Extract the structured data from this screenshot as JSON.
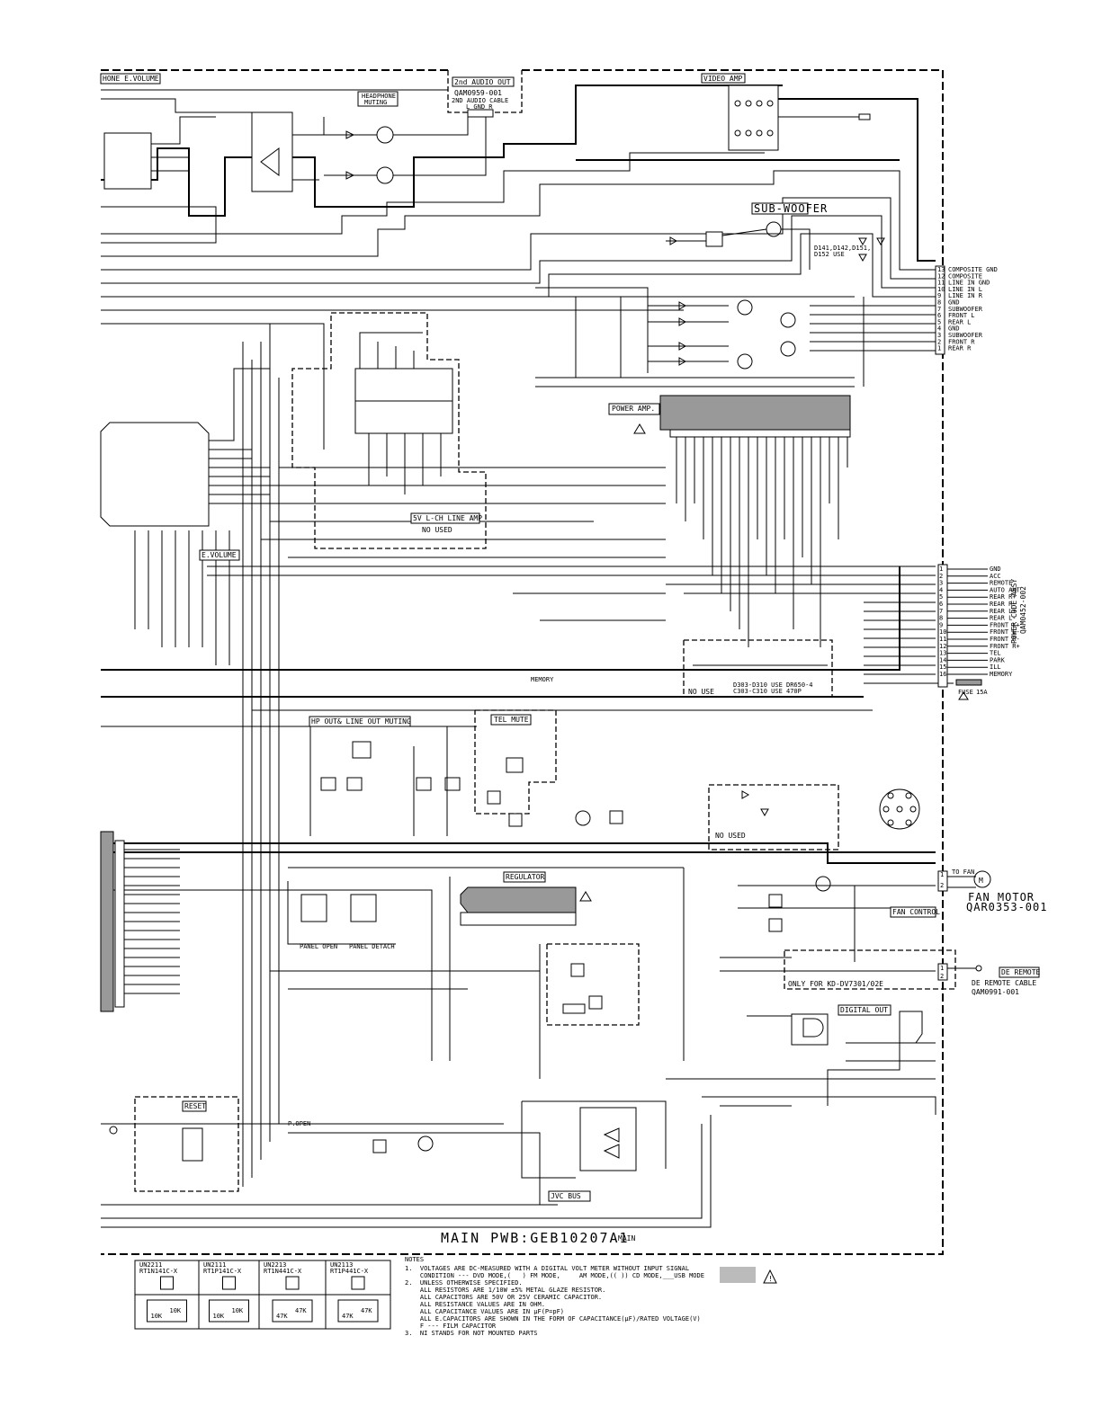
{
  "labels": {
    "headphone_evolume": "HONE E.VOLUME",
    "second_audio_out": "2nd AUDIO OUT",
    "second_audio_part": "QAM0959-001",
    "second_audio_cable": "2ND AUDIO CABLE",
    "second_audio_pins": "L  GND  R",
    "headphone_muting_1": "HEADPHONE",
    "headphone_muting_2": "MUTING",
    "video_amp": "VIDEO AMP",
    "sub_woofer": "SUB-WOOFER",
    "diode_note_1": "D141,D142,D151,",
    "diode_note_2": "D152 USE",
    "power_amp": "POWER AMP.",
    "e_volume": "E.VOLUME",
    "line_amp": "5V L-CH LINE AMP",
    "line_amp_not_used": "NO USED",
    "hp_out_muting": "HP OUT& LINE OUT MUTING",
    "tel_mute": "TEL MUTE",
    "no_use": "NO USE",
    "no_use_note_1": "D303-D310 USE DR650-4",
    "no_use_note_2": "C303-C310 USE 470P",
    "no_used_2": "NO USED",
    "regulator": "REGULATOR",
    "fan_motor": "FAN MOTOR",
    "fan_motor_part": "QAR0353-001",
    "to_fan": "TO FAN",
    "fan_control": "FAN CONTROL",
    "only_for": "ONLY FOR KD-DV7301/02E",
    "de_remote": "DE REMOTE",
    "de_remote_cable": "DE REMOTE CABLE",
    "de_remote_part": "QAM0991-001",
    "digital_out": "DIGITAL OUT",
    "reset": "RESET",
    "jvc_bus": "JVC BUS",
    "panel_open": "PANEL OPEN",
    "panel_detach": "PANEL DETACH",
    "main_pwb": "MAIN PWB:GEB10207A1",
    "main": "MAIN",
    "power_code_assy": "POWER CODE ASSY",
    "power_code_part": "QAM0452-002",
    "fuse": "FUSE",
    "fuse_rating": "15A",
    "popen": "P.OPEN",
    "memory": "MEMORY"
  },
  "connector_top": {
    "pins": [
      "13",
      "12",
      "11",
      "10",
      "9",
      "8",
      "7",
      "6",
      "5",
      "4",
      "3",
      "2",
      "1"
    ],
    "names": [
      "COMPOSITE GND",
      "COMPOSITE",
      "LINE IN GND",
      "LINE IN L",
      "LINE IN R",
      "GND",
      "SUBWOOFER",
      "FRONT L",
      "REAR L",
      "GND",
      "SUBWOOFER",
      "FRONT R",
      "REAR R"
    ]
  },
  "connector_power": {
    "pins": [
      "1",
      "2",
      "3",
      "4",
      "5",
      "6",
      "7",
      "8",
      "9",
      "10",
      "11",
      "12",
      "13",
      "14",
      "15",
      "16"
    ],
    "names": [
      "GND",
      "ACC",
      "REMOTE",
      "AUTO ANT",
      "REAR R+",
      "REAR R-",
      "REAR L+",
      "REAR L-",
      "FRONT L+",
      "FRONT L-",
      "FRONT R-",
      "FRONT R+",
      "TEL",
      "PARK",
      "ILL",
      "MEMORY"
    ]
  },
  "transistors": [
    {
      "part": "UN2211",
      "sub": "RT1N141C-X",
      "r1": "10K",
      "r2": "10K"
    },
    {
      "part": "UN2111",
      "sub": "RT1P141C-X",
      "r1": "10K",
      "r2": "10K"
    },
    {
      "part": "UN2213",
      "sub": "RT1N441C-X",
      "r1": "47K",
      "r2": "47K"
    },
    {
      "part": "UN2113",
      "sub": "RT1P441C-X",
      "r1": "47K",
      "r2": "47K"
    }
  ],
  "notes": {
    "title": "NOTES",
    "lines": [
      "1.  VOLTAGES ARE DC-MEASURED WITH A DIGITAL VOLT METER WITHOUT INPUT SIGNAL",
      "    CONDITION --- DVD MODE,(   ) FM MODE,     AM MODE,(( )) CD MODE,___USB MODE",
      "2.  UNLESS OTHERWISE SPECIFIED.",
      "    ALL RESISTORS ARE 1/10W ±5% METAL GLAZE RESISTOR.",
      "    ALL CAPACITORS ARE 50V OR 25V CERAMIC CAPACITOR.",
      "    ALL RESISTANCE VALUES ARE IN OHM.",
      "    ALL CAPACITANCE VALUES ARE IN µF(P=pF)",
      "    ALL E.CAPACITORS ARE SHOWN IN THE FORM OF CAPACITANCE(µF)/RATED VOLTAGE(V)",
      "    F --- FILM CAPACITOR",
      "3.  NI STANDS FOR NOT MOUNTED PARTS"
    ]
  },
  "colors": {
    "ink": "#000000",
    "paper": "#ffffff",
    "ic_fill": "#999999",
    "legend_swatch": "#bbbbbb"
  }
}
